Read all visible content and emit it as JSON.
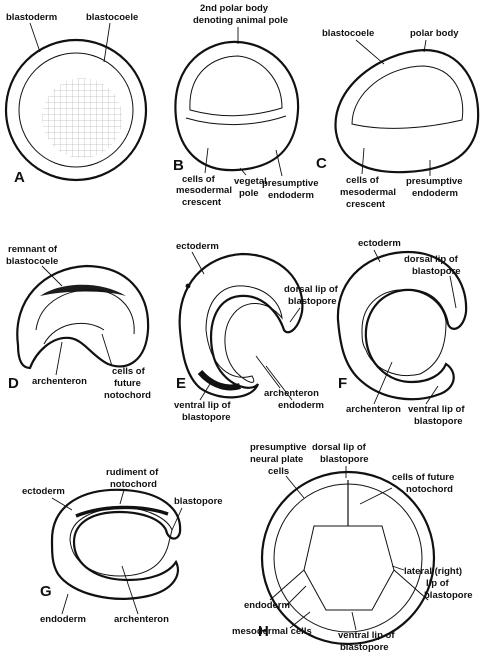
{
  "panels": [
    {
      "letter": "A",
      "labels": [
        "blastoderm",
        "blastocoele"
      ]
    },
    {
      "letter": "B",
      "labels": [
        "2nd polar body",
        "denoting animal pole",
        "cells of",
        "mesodermal",
        "crescent",
        "vegetal",
        "pole",
        "presumptive",
        "endoderm"
      ]
    },
    {
      "letter": "C",
      "labels": [
        "blastocoele",
        "polar body",
        "cells of",
        "mesodermal",
        "crescent",
        "presumptive",
        "endoderm"
      ]
    },
    {
      "letter": "D",
      "labels": [
        "remnant of",
        "blastocoele",
        "archenteron",
        "cells of",
        "future",
        "notochord"
      ]
    },
    {
      "letter": "E",
      "labels": [
        "ectoderm",
        "dorsal lip of",
        "blastopore",
        "ventral lip of",
        "blastopore",
        "archenteron",
        "endoderm"
      ]
    },
    {
      "letter": "F",
      "labels": [
        "ectoderm",
        "dorsal lip of",
        "blastopore",
        "archenteron",
        "ventral lip of",
        "blastopore"
      ]
    },
    {
      "letter": "G",
      "labels": [
        "rudiment of",
        "notochord",
        "ectoderm",
        "blastopore",
        "endoderm",
        "archenteron"
      ]
    },
    {
      "letter": "H",
      "labels": [
        "presumptive",
        "neural plate",
        "cells",
        "dorsal lip of",
        "blastopore",
        "cells of future",
        "notochord",
        "lateral (right)",
        "lip of",
        "blastopore",
        "endoderm",
        "mesodermal cells",
        "ventral lip of",
        "blastopore"
      ]
    }
  ]
}
